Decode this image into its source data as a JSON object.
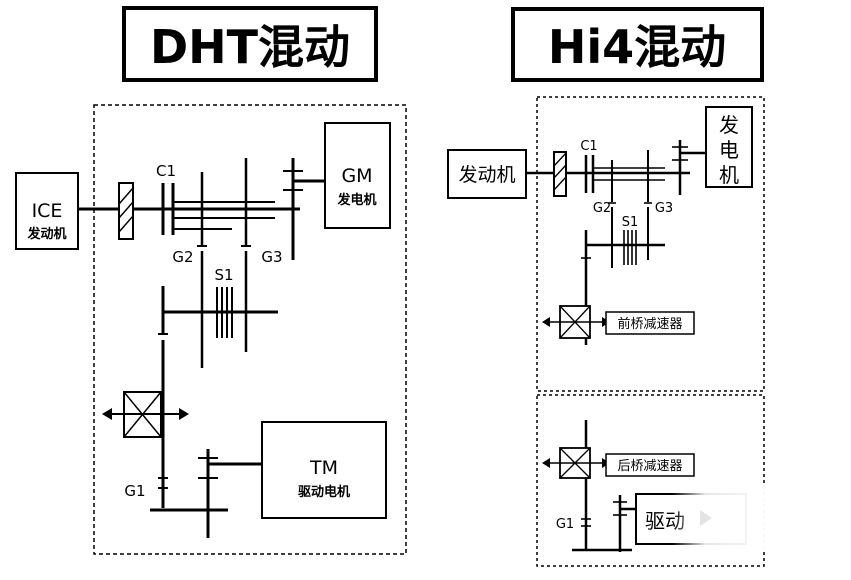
{
  "left": {
    "title": "DHT混动",
    "ice": {
      "name": "ICE",
      "sub": "发动机"
    },
    "gm": {
      "name": "GM",
      "sub": "发电机"
    },
    "tm": {
      "name": "TM",
      "sub": "驱动电机"
    },
    "labels": {
      "c1": "C1",
      "g2": "G2",
      "g3": "G3",
      "s1": "S1",
      "g1": "G1"
    }
  },
  "right": {
    "title": "Hi4混动",
    "engine": "发动机",
    "generator": [
      "发",
      "电",
      "机"
    ],
    "front_reducer": "前桥减速器",
    "rear_reducer": "后桥减速器",
    "drive_motor_partial": "驱动",
    "labels": {
      "c1": "C1",
      "g2": "G2",
      "g3": "G3",
      "s1": "S1",
      "g1": "G1"
    }
  }
}
